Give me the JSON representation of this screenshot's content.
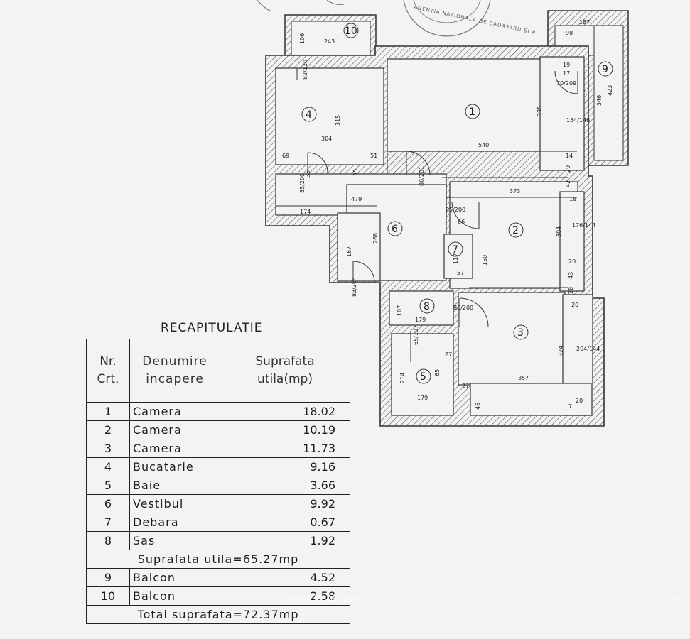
{
  "recap": {
    "title": "RECAPITULATIE",
    "headers": {
      "nr": "Nr.\nCrt.",
      "name": "Denumire\nincapere",
      "area": "Suprafata\nutila(mp)"
    },
    "rows": [
      {
        "nr": "1",
        "name": "Camera",
        "area": "18.02"
      },
      {
        "nr": "2",
        "name": "Camera",
        "area": "10.19"
      },
      {
        "nr": "3",
        "name": "Camera",
        "area": "11.73"
      },
      {
        "nr": "4",
        "name": "Bucatarie",
        "area": "9.16"
      },
      {
        "nr": "5",
        "name": "Baie",
        "area": "3.66"
      },
      {
        "nr": "6",
        "name": "Vestibul",
        "area": "9.92"
      },
      {
        "nr": "7",
        "name": "Debara",
        "area": "0.67"
      },
      {
        "nr": "8",
        "name": "Sas",
        "area": "1.92"
      }
    ],
    "useful_total": "Suprafata utila=65.27mp",
    "balcony_rows": [
      {
        "nr": "9",
        "name": "Balcon",
        "area": "4.52"
      },
      {
        "nr": "10",
        "name": "Balcon",
        "area": "2.58"
      }
    ],
    "grand_total": "Total suprafata=72.37mp"
  },
  "plan": {
    "rooms": [
      "1",
      "2",
      "3",
      "4",
      "5",
      "6",
      "7",
      "8",
      "9",
      "10"
    ],
    "dims": {
      "d243": "243",
      "d106": "106",
      "d187": "187",
      "d98": "98",
      "d82_120": "82/120",
      "d19": "19",
      "d17": "17",
      "d70_209": "70/209",
      "d423": "423",
      "d346": "346",
      "d315": "315",
      "d335": "335",
      "d154_146": "154/146",
      "d304a": "304",
      "d540": "540",
      "d69": "69",
      "d51": "51",
      "d14": "14",
      "d29": "29",
      "d35a": "35",
      "d35b": "35",
      "d85_200a": "85/200",
      "d86_201": "86/201",
      "d479": "479",
      "d373": "373",
      "d42": "42",
      "d18": "18",
      "d174": "174",
      "d85_200b": "85/200",
      "d66": "66",
      "d176_144": "176/144",
      "d304b": "304",
      "d268": "268",
      "d167": "167",
      "d150": "150",
      "d117": "117",
      "d57": "57",
      "d20a": "20",
      "d43": "43",
      "d28": "28",
      "d20b": "20",
      "d83_204": "83/204",
      "d107": "107",
      "d86_200": "86/200",
      "d179a": "179",
      "d65_197": "65/197",
      "d27a": "27",
      "d324": "324",
      "d204_144": "204/144",
      "d214": "214",
      "d65": "65",
      "d357": "357",
      "d27b": "27",
      "d179b": "179",
      "d46": "46",
      "d7": "7",
      "d20c": "20"
    },
    "seal_text": "AGENTIA NATIONALA DE CADASTRU SI P"
  },
  "watermark": {
    "text": "Vegis Imobiliare",
    "text2": "Ve"
  },
  "colors": {
    "wall": "#333333",
    "paper": "#f3f3f1",
    "hatch": "#555555"
  }
}
